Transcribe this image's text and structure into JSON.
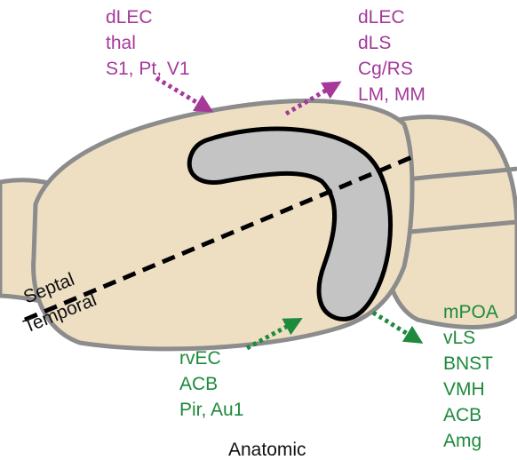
{
  "input_labels_top": [
    "dLEC",
    "thal",
    "S1, Pt, V1"
  ],
  "output_labels_top": [
    "dLEC",
    "dLS",
    "Cg/RS",
    "LM, MM"
  ],
  "input_labels_bottom": [
    "rvEC",
    "ACB",
    "Pir, Au1"
  ],
  "output_labels_bottom": [
    "mPOA",
    "vLS",
    "BNST",
    "VMH",
    "ACB",
    "Amg"
  ],
  "axis": {
    "septal": "Septal",
    "temporal": "Temporal"
  },
  "caption": "Anatomic",
  "colors": {
    "brain_fill": "#eedfc3",
    "brain_outline": "#8c8c8c",
    "hippocampus_fill": "#c4c4c4",
    "purple": "#a4399a",
    "green": "#1e8a3c"
  }
}
